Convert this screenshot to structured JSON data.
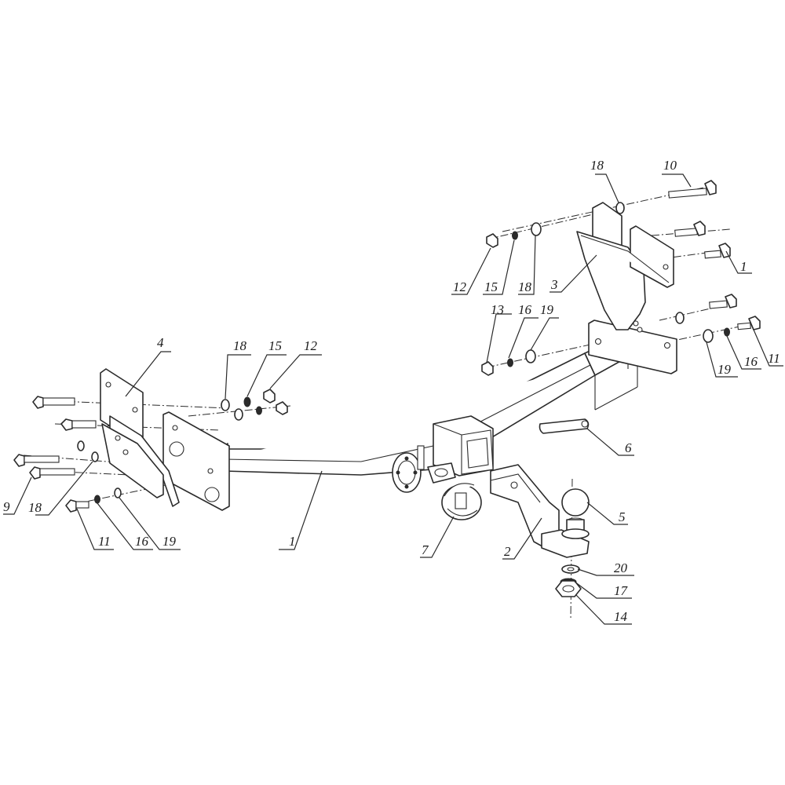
{
  "diagram": {
    "labels": {
      "l1_beam": "1",
      "l1_right": "1",
      "l2": "2",
      "l3": "3",
      "l4": "4",
      "l5": "5",
      "l6": "6",
      "l7": "7",
      "l9": "9",
      "l10": "10",
      "l11_left": "11",
      "l11_right": "11",
      "l12_left": "12",
      "l12_right": "12",
      "l13": "13",
      "l14": "14",
      "l15_left": "15",
      "l15_right": "15",
      "l16_left": "16",
      "l16_mid": "16",
      "l16_right": "16",
      "l17": "17",
      "l18_left_top": "18",
      "l18_left_bottom": "18",
      "l18_top": "18",
      "l18_right": "18",
      "l19_left": "19",
      "l19_mid": "19",
      "l19_right": "19",
      "l20": "20"
    }
  }
}
